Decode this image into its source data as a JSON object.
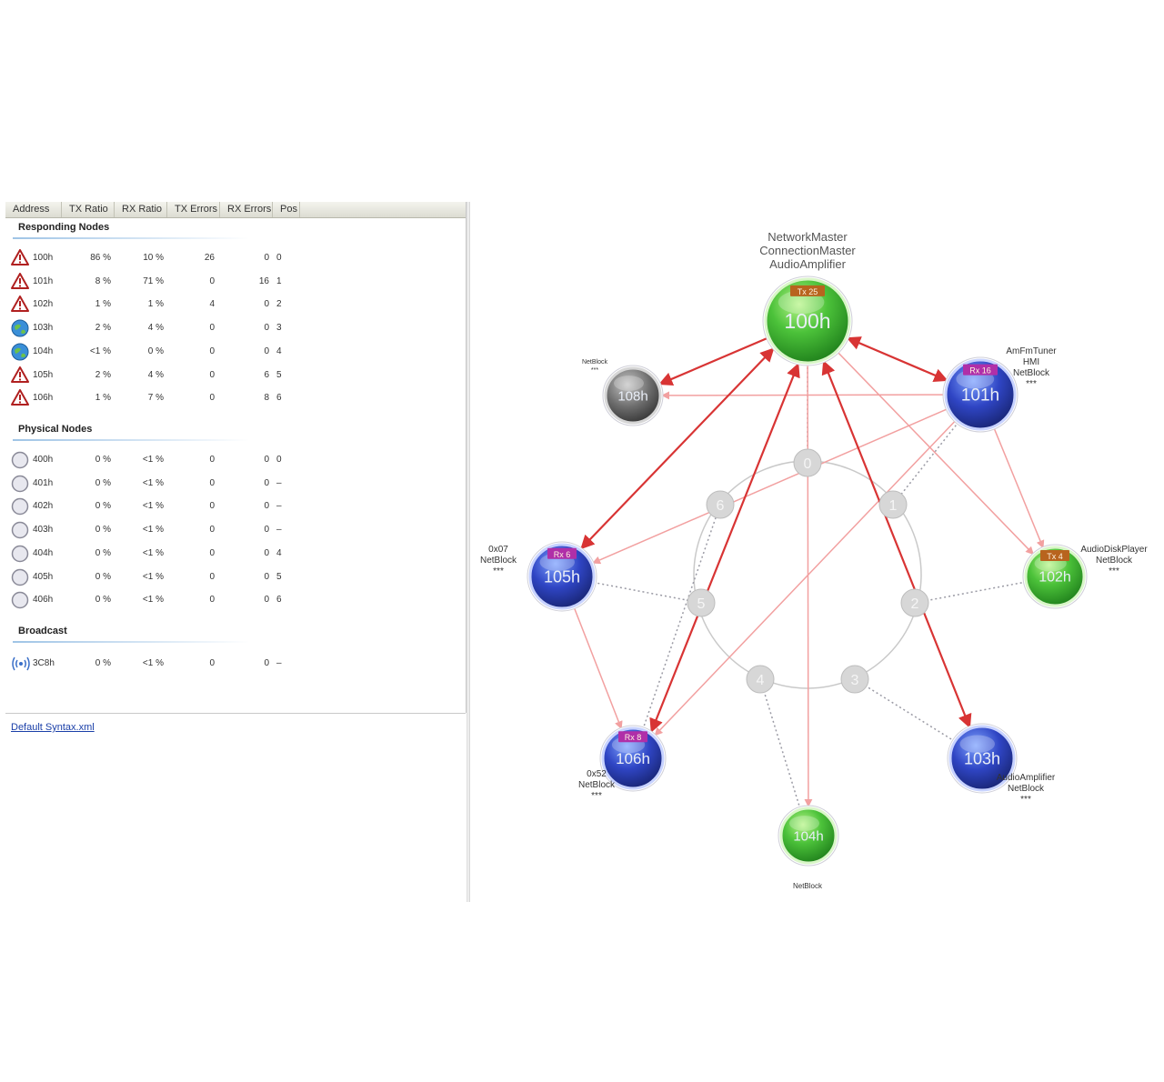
{
  "table": {
    "columns": [
      "Address",
      "TX Ratio",
      "RX Ratio",
      "TX Errors",
      "RX Errors",
      "Pos"
    ],
    "sections": [
      {
        "title": "Responding Nodes",
        "rows": [
          {
            "icon": "warning-icon",
            "addr": "100h",
            "tx": "86 %",
            "rx": "10 %",
            "txe": "26",
            "rxe": "0",
            "pos": "0"
          },
          {
            "icon": "warning-icon",
            "addr": "101h",
            "tx": "8 %",
            "rx": "71 %",
            "txe": "0",
            "rxe": "16",
            "pos": "1"
          },
          {
            "icon": "warning-icon",
            "addr": "102h",
            "tx": "1 %",
            "rx": "1 %",
            "txe": "4",
            "rxe": "0",
            "pos": "2"
          },
          {
            "icon": "globe-icon",
            "addr": "103h",
            "tx": "2 %",
            "rx": "4 %",
            "txe": "0",
            "rxe": "0",
            "pos": "3"
          },
          {
            "icon": "globe-icon",
            "addr": "104h",
            "tx": "<1 %",
            "rx": "0 %",
            "txe": "0",
            "rxe": "0",
            "pos": "4"
          },
          {
            "icon": "warning-icon",
            "addr": "105h",
            "tx": "2 %",
            "rx": "4 %",
            "txe": "0",
            "rxe": "6",
            "pos": "5"
          },
          {
            "icon": "warning-icon",
            "addr": "106h",
            "tx": "1 %",
            "rx": "7 %",
            "txe": "0",
            "rxe": "8",
            "pos": "6"
          }
        ]
      },
      {
        "title": "Physical Nodes",
        "rows": [
          {
            "icon": "circle-icon",
            "addr": "400h",
            "tx": "0 %",
            "rx": "<1 %",
            "txe": "0",
            "rxe": "0",
            "pos": "0"
          },
          {
            "icon": "circle-icon",
            "addr": "401h",
            "tx": "0 %",
            "rx": "<1 %",
            "txe": "0",
            "rxe": "0",
            "pos": "–"
          },
          {
            "icon": "circle-icon",
            "addr": "402h",
            "tx": "0 %",
            "rx": "<1 %",
            "txe": "0",
            "rxe": "0",
            "pos": "–"
          },
          {
            "icon": "circle-icon",
            "addr": "403h",
            "tx": "0 %",
            "rx": "<1 %",
            "txe": "0",
            "rxe": "0",
            "pos": "–"
          },
          {
            "icon": "circle-icon",
            "addr": "404h",
            "tx": "0 %",
            "rx": "<1 %",
            "txe": "0",
            "rxe": "0",
            "pos": "4"
          },
          {
            "icon": "circle-icon",
            "addr": "405h",
            "tx": "0 %",
            "rx": "<1 %",
            "txe": "0",
            "rxe": "0",
            "pos": "5"
          },
          {
            "icon": "circle-icon",
            "addr": "406h",
            "tx": "0 %",
            "rx": "<1 %",
            "txe": "0",
            "rxe": "0",
            "pos": "6"
          }
        ]
      },
      {
        "title": "Broadcast",
        "rows": [
          {
            "icon": "broadcast-icon",
            "addr": "3C8h",
            "tx": "0 %",
            "rx": "<1 %",
            "txe": "0",
            "rxe": "0",
            "pos": "–"
          }
        ]
      }
    ]
  },
  "footer": {
    "link": "Default Syntax.xml"
  },
  "diagram": {
    "ring_positions": [
      "0",
      "1",
      "2",
      "3",
      "4",
      "5",
      "6"
    ],
    "nodes": [
      {
        "id": "100h",
        "label": "100h",
        "color": "green",
        "badge": "Tx 25",
        "badge_color": "#b8641e",
        "caption": [
          "NetworkMaster",
          "ConnectionMaster",
          "AudioAmplifier"
        ]
      },
      {
        "id": "101h",
        "label": "101h",
        "color": "blue",
        "badge": "Rx 16",
        "badge_color": "#b02fa8",
        "caption": [
          "AmFmTuner",
          "HMI",
          "NetBlock",
          "***"
        ]
      },
      {
        "id": "102h",
        "label": "102h",
        "color": "green",
        "badge": "Tx 4",
        "badge_color": "#b8641e",
        "caption": [
          "AudioDiskPlayer",
          "NetBlock",
          "***"
        ]
      },
      {
        "id": "103h",
        "label": "103h",
        "color": "blue",
        "badge": "",
        "badge_color": "",
        "caption": [
          "AudioAmplifier",
          "NetBlock",
          "***"
        ]
      },
      {
        "id": "104h",
        "label": "104h",
        "color": "green",
        "badge": "",
        "badge_color": "",
        "caption": [
          "NetBlock"
        ]
      },
      {
        "id": "105h",
        "label": "105h",
        "color": "blue",
        "badge": "Rx 6",
        "badge_color": "#b02fa8",
        "caption": [
          "0x07",
          "NetBlock",
          "***"
        ]
      },
      {
        "id": "106h",
        "label": "106h",
        "color": "blue",
        "badge": "Rx 8",
        "badge_color": "#b02fa8",
        "caption": [
          "0x52",
          "NetBlock",
          "***"
        ]
      },
      {
        "id": "108h",
        "label": "108h",
        "color": "gray",
        "badge": "",
        "badge_color": "",
        "caption": [
          "NetBlock",
          "***"
        ]
      }
    ],
    "colors": {
      "strong_link": "#d83434",
      "light_link": "#f2a0a0",
      "ring": "#c9c9c9"
    }
  }
}
